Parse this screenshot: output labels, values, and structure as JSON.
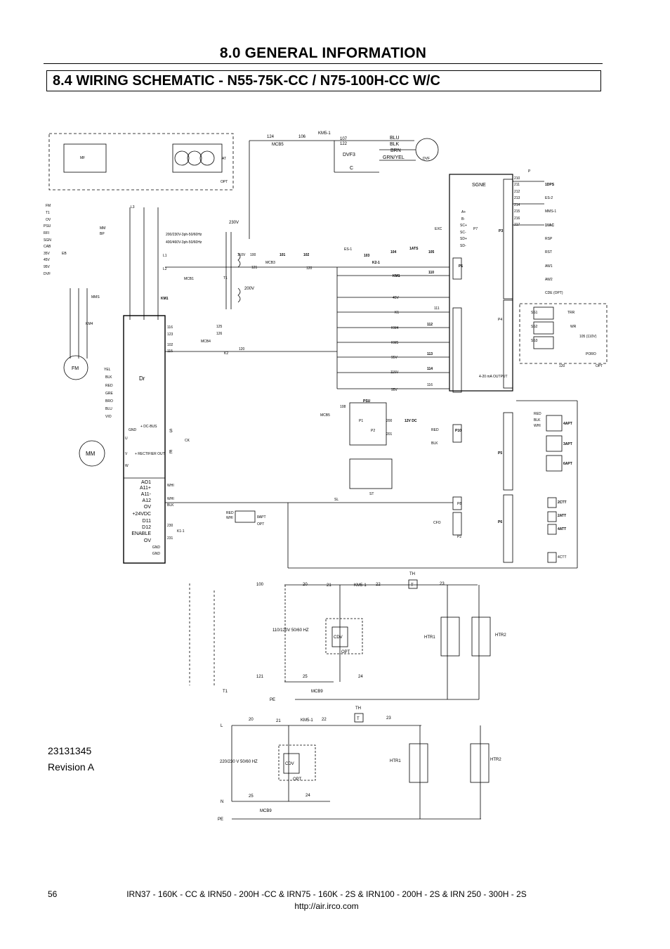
{
  "header": {
    "section_title": "8.0 GENERAL INFORMATION",
    "subtitle": "8.4 WIRING SCHEMATIC - N55-75K-CC / N75-100H-CC W/C"
  },
  "main_schematic": {
    "fan_labels": [
      "124",
      "106",
      "KM5-1",
      "107",
      "122",
      "MCB5",
      "DVF3",
      "C",
      "BLU",
      "BLK",
      "BRN",
      "GRN/YEL",
      "DVF"
    ],
    "left_labels": [
      "MF",
      "AT",
      "OPT",
      "FM",
      "T1",
      "OV",
      "PSU",
      "RFI",
      "SGN",
      "CAB",
      "35V",
      "45V",
      "95V",
      "DVF",
      "EB",
      "MMS",
      "KM4",
      "FM",
      "MM",
      "MM",
      "BP"
    ],
    "transformer_labels": [
      "200/230V-3ph-50/60Hz",
      "400/460V-3ph-50/60Hz",
      "230V",
      "110V",
      "100",
      "MCB3",
      "101",
      "102",
      "121",
      "120",
      "200V",
      "T1",
      "MCB1",
      "KM1",
      "L1",
      "L2",
      "L3"
    ],
    "drive_labels": [
      "Dr",
      "YEL",
      "BLK",
      "RED",
      "GRE",
      "BRO",
      "BLU",
      "VIO",
      "GND",
      "+ DC-BUS",
      "+ RECTIFIER OUT",
      "U",
      "V",
      "W",
      "S",
      "E",
      "CK"
    ],
    "drive_io": [
      "AO1",
      "A11+",
      "A11-",
      "A12",
      "OV",
      "+24VDC",
      "D11",
      "D12",
      "ENABLE",
      "OV",
      "GND",
      "GND"
    ],
    "wire_numbers": [
      "116",
      "123",
      "102",
      "115",
      "125",
      "126",
      "MCB4",
      "120",
      "K2",
      "WHI",
      "WHI",
      "BLK",
      "230",
      "231",
      "K1-1",
      "RED",
      "WHI",
      "8APT",
      "OPT"
    ],
    "controller_labels": [
      "ES-1",
      "103",
      "K2-1",
      "104",
      "1ATS",
      "105",
      "110",
      "KM1",
      "45V",
      "K1",
      "111",
      "112",
      "KM4",
      "KM5",
      "113",
      "95V",
      "115V",
      "114",
      "95V",
      "116",
      "SGNE",
      "EXC",
      "P7",
      "P3",
      "P1",
      "P4",
      "P5",
      "P10",
      "P6",
      "P8",
      "P2",
      "CFO",
      "4-20 mA OUTPUT",
      "MCB5",
      "108",
      "PSU",
      "P1",
      "P2",
      "200",
      "201",
      "12V DC",
      "RED",
      "BLK",
      "ST",
      "SL"
    ],
    "exc_pins": [
      "A+",
      "B-",
      "SC+",
      "SC-",
      "SD+",
      "SD-"
    ],
    "right_labels": [
      "P",
      "210",
      "211",
      "212",
      "213",
      "214",
      "215",
      "216",
      "217",
      "1DPS",
      "ES-2",
      "MMS-1",
      "1VAC",
      "RSP",
      "RST",
      "AW1",
      "AW2",
      "CDE (OPT)",
      "SS1",
      "SS2",
      "SS3",
      "TRR",
      "WR",
      "105 (110V)",
      "PORO",
      "OPT",
      "120"
    ],
    "sensor_labels": [
      "4APT",
      "3APT",
      "6APT",
      "2CTT",
      "2ATT",
      "4ATT",
      "4CTT",
      "RED",
      "BLK",
      "WHI"
    ]
  },
  "heater_circuit_1": {
    "labels": [
      "100",
      "20",
      "21",
      "KM5-1",
      "22",
      "TH",
      "T",
      "23",
      "HTR1",
      "HTR2",
      "CDV",
      "OPT",
      "121",
      "25",
      "24",
      "MCB9",
      "T1",
      "PE"
    ],
    "voltage": "110/120V 50/60 HZ"
  },
  "heater_circuit_2": {
    "labels": [
      "L",
      "20",
      "21",
      "KM5-1",
      "22",
      "TH",
      "T",
      "23",
      "HTR1",
      "HTR2",
      "CDV",
      "OPT",
      "N",
      "25",
      "24",
      "MCB9",
      "PE"
    ],
    "voltage": "220/230 V 50/60 HZ"
  },
  "footer": {
    "document_number": "23131345",
    "revision": "Revision A",
    "page_number": "56",
    "models": "IRN37 - 160K - CC & IRN50 - 200H -CC & IRN75 - 160K - 2S & IRN100 - 200H - 2S & IRN 250 - 300H - 2S",
    "url": "http://air.irco.com"
  }
}
